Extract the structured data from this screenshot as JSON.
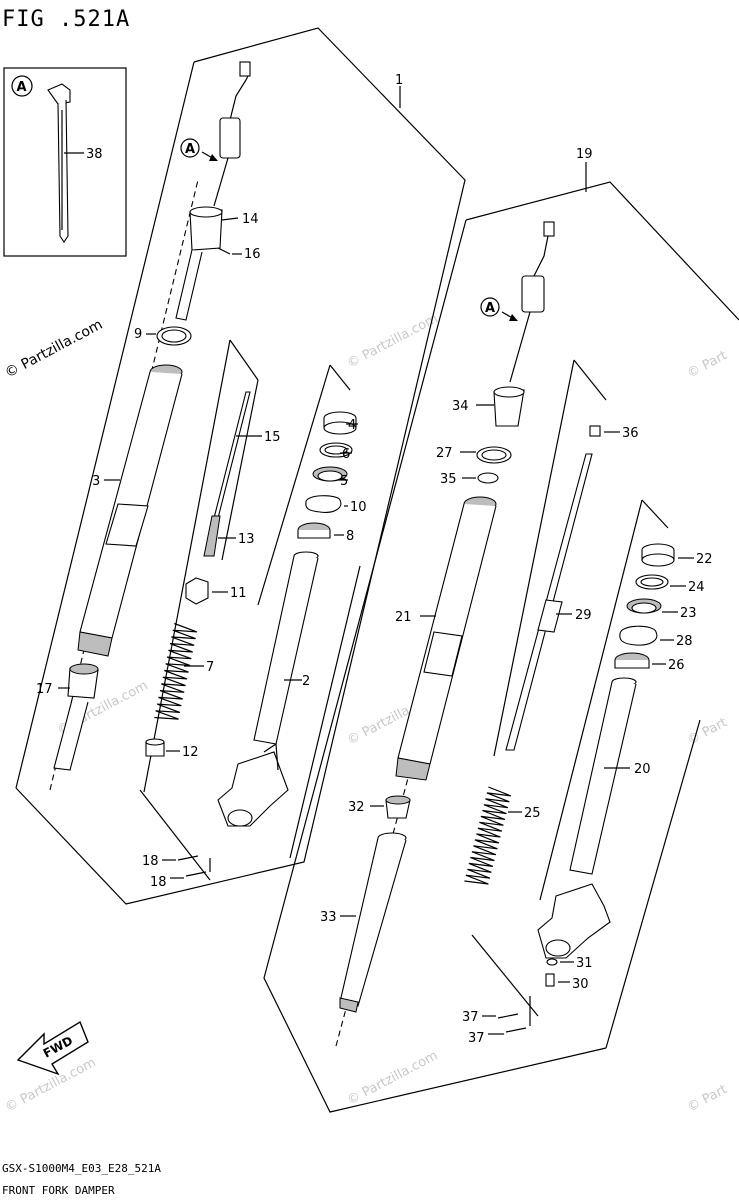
{
  "figure": {
    "title": "FIG .521A",
    "model_code": "GSX-S1000M4_E03_E28_521A",
    "caption": "FRONT FORK DAMPER"
  },
  "watermark": {
    "main": "© Partzilla.com",
    "repeat": "© Partzilla.com",
    "corner": "© Part"
  },
  "inset": {
    "marker": "A",
    "part_label": "38"
  },
  "fwd_label": "FWD",
  "ref_marker": "A",
  "parts": {
    "p1": "1",
    "p2": "2",
    "p3": "3",
    "p4": "4",
    "p5": "5",
    "p6": "6",
    "p7": "7",
    "p8": "8",
    "p9": "9",
    "p10": "10",
    "p11": "11",
    "p12": "12",
    "p13": "13",
    "p14": "14",
    "p15": "15",
    "p16": "16",
    "p17": "17",
    "p18a": "18",
    "p18b": "18",
    "p19": "19",
    "p20": "20",
    "p21": "21",
    "p22": "22",
    "p23": "23",
    "p24": "24",
    "p25": "25",
    "p26": "26",
    "p27": "27",
    "p28": "28",
    "p29": "29",
    "p30": "30",
    "p31": "31",
    "p32": "32",
    "p33": "33",
    "p34": "34",
    "p35": "35",
    "p36": "36",
    "p37a": "37",
    "p37b": "37"
  }
}
